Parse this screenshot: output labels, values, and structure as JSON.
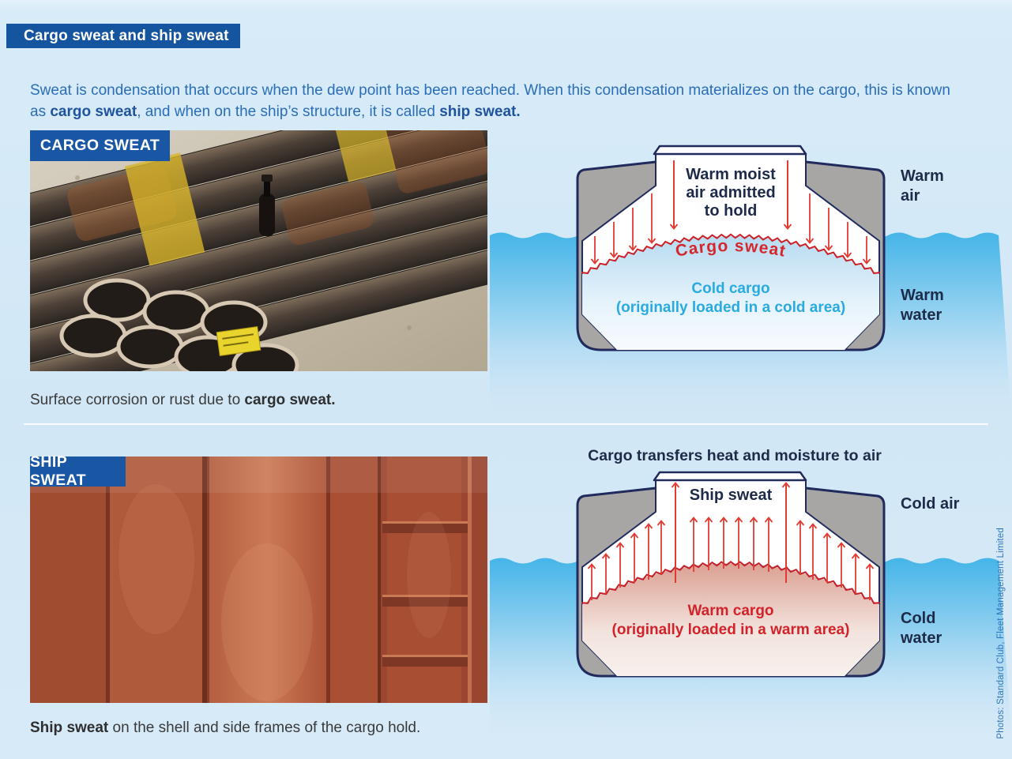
{
  "banner": {
    "title": "Cargo sweat and ship sweat"
  },
  "intro": {
    "seg1": "Sweat is condensation that occurs when the dew point has been reached. When this condensation materializes on the cargo, this is known as ",
    "bold1": "cargo sweat",
    "seg2": ", and when on the ship’s structure, it is called ",
    "bold2": "ship sweat."
  },
  "cargo_section": {
    "label": "CARGO SWEAT",
    "caption_text": "Surface corrosion or rust due to ",
    "caption_bold": "cargo sweat.",
    "diagram": {
      "air_line1": "Warm moist",
      "air_line2": "air admitted",
      "air_line3": "to hold",
      "sweat_label": "Cargo sweat",
      "cargo_line1": "Cold cargo",
      "cargo_line2": "(originally loaded in a cold area)",
      "label_air": "Warm air",
      "label_water": "Warm water"
    }
  },
  "ship_section": {
    "label": "SHIP SWEAT",
    "heading": "Cargo transfers heat and moisture to air",
    "caption_bold": "Ship sweat",
    "caption_text": " on the shell and side frames of the cargo hold.",
    "diagram": {
      "sweat_label": "Ship sweat",
      "cargo_line1": "Warm cargo",
      "cargo_line2": "(originally loaded in a warm area)",
      "label_air": "Cold air",
      "label_water": "Cold water"
    }
  },
  "credit": "Photos: Standard Club, Fleet Management Limited",
  "colors": {
    "banner_bg": "#15549e",
    "intro_text": "#2a6db8",
    "diagram_navy": "#1d2b49",
    "sweat_red": "#d4262b",
    "cold_cyan": "#29abe2",
    "warm_red": "#d2232a",
    "water_blue": "#45b5e8",
    "hull_gray": "#a7a6a5"
  }
}
